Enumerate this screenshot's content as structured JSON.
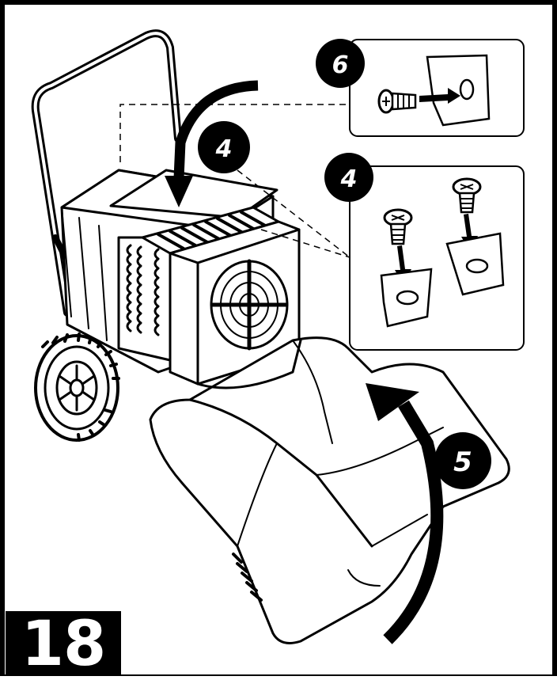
{
  "figure": {
    "step_number": "18",
    "callouts": {
      "top_panel_badge": "6",
      "middle_panel_badge": "4",
      "main_top_badge": "4",
      "main_handle_badge": "5"
    },
    "colors": {
      "ink": "#000000",
      "paper": "#ffffff"
    },
    "icons": [
      "curved-arrow-icon",
      "screw-icon",
      "arrow-icon"
    ]
  }
}
